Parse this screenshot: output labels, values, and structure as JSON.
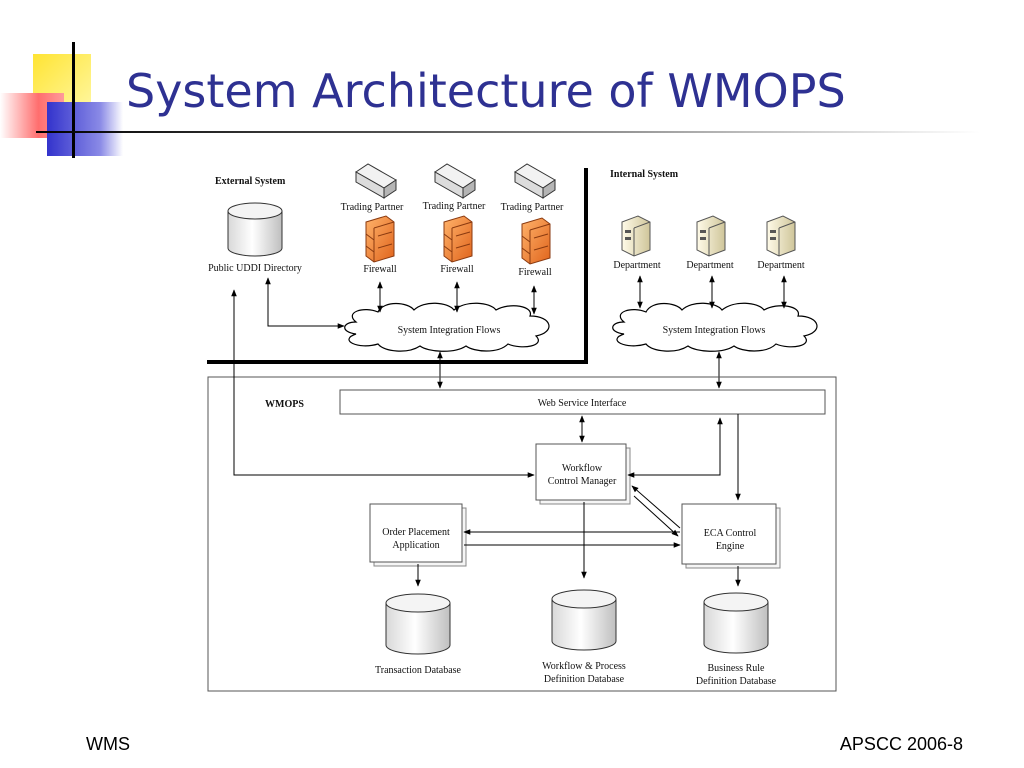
{
  "slide": {
    "title": "System Architecture of WMOPS",
    "footer_left": "WMS",
    "footer_right": "APSCC 2006-8"
  },
  "diagram": {
    "external_section_label": "External System",
    "internal_section_label": "Internal System",
    "wmops_label": "WMOPS",
    "public_uddi_label": "Public UDDI Directory",
    "trading_partner_1": "Trading Partner",
    "trading_partner_2": "Trading Partner",
    "trading_partner_3": "Trading Partner",
    "firewall_1": "Firewall",
    "firewall_2": "Firewall",
    "firewall_3": "Firewall",
    "department_1": "Department",
    "department_2": "Department",
    "department_3": "Department",
    "external_flows_label": "System Integration Flows",
    "internal_flows_label": "System Integration Flows",
    "web_service_interface": "Web Service Interface",
    "workflow_manager_line1": "Workflow",
    "workflow_manager_line2": "Control Manager",
    "order_app_line1": "Order Placement",
    "order_app_line2": "Application",
    "eca_line1": "ECA Control",
    "eca_line2": "Engine",
    "transaction_db": "Transaction Database",
    "workflow_db_line1": "Workflow & Process",
    "workflow_db_line2": "Definition Database",
    "business_db_line1": "Business Rule",
    "business_db_line2": "Definition Database"
  }
}
